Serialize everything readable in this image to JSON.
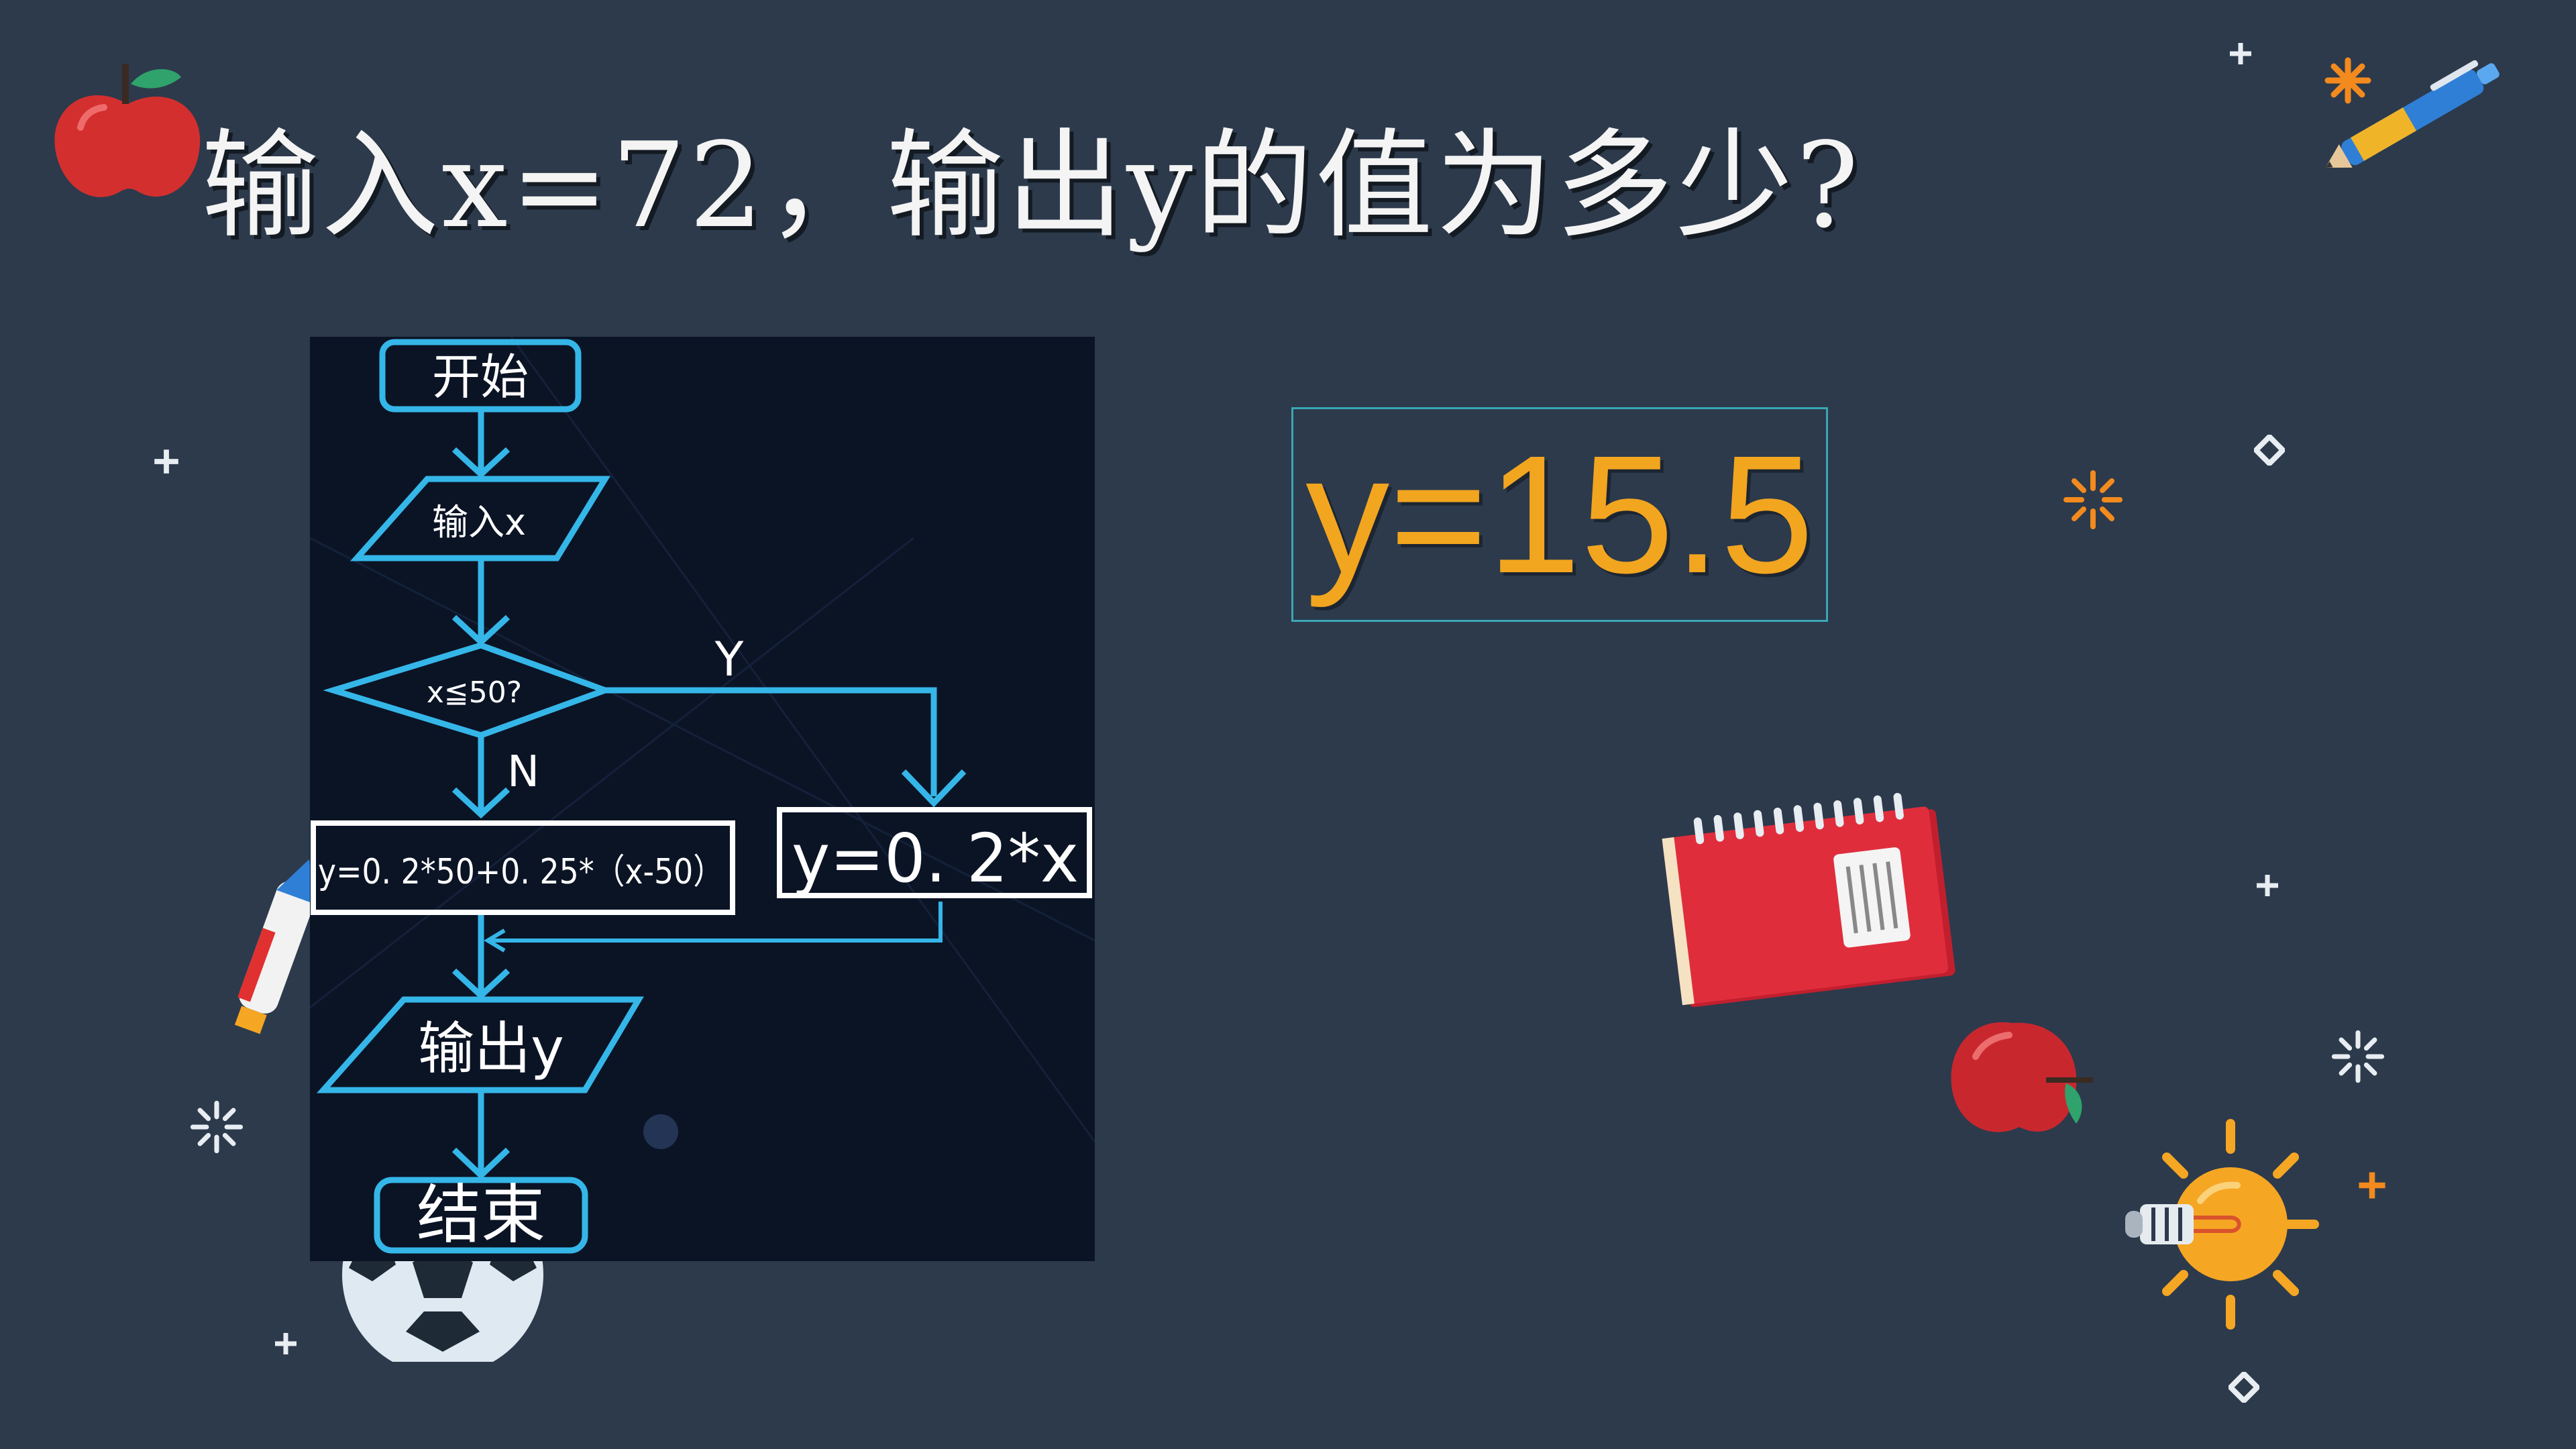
{
  "title": "输入x=72，输出y的值为多少?",
  "answer": "y=15.5",
  "flowchart": {
    "start": "开始",
    "input": "输入x",
    "decision": "x≦50?",
    "yes_label": "Y",
    "no_label": "N",
    "yes_process": "y=0. 2*x",
    "no_process": "y=0. 2*50+0. 25*（x-50）",
    "output": "输出y",
    "end": "结束"
  },
  "colors": {
    "background": "#2c3a4c",
    "flow_line": "#35b6e8",
    "answer_text": "#f2a51f",
    "answer_border": "#3aa7b5"
  },
  "decorations": [
    "apple-icon",
    "pen-icon",
    "notebook-icon",
    "lightbulb-icon",
    "soccer-ball-icon",
    "rocket-icon",
    "sparkle-icon",
    "plus-icon",
    "diamond-icon"
  ]
}
